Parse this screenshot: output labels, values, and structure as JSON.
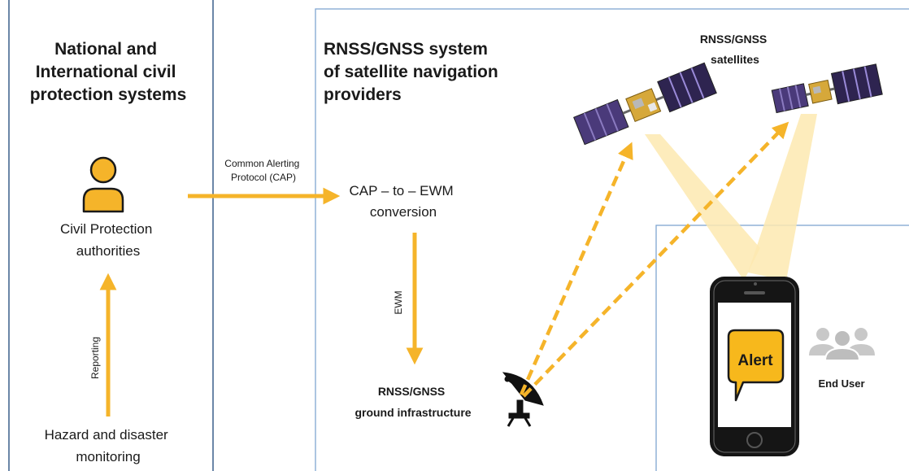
{
  "panels": {
    "civil": {
      "title_lines": [
        "National and",
        "International civil",
        "protection systems"
      ]
    },
    "rnss": {
      "title_lines": [
        "RNSS/GNSS system",
        "of satellite navigation",
        "providers"
      ]
    },
    "user": {}
  },
  "nodes": {
    "authorities": {
      "label_lines": [
        "Civil Protection",
        "authorities"
      ],
      "icon": "person-icon"
    },
    "monitoring": {
      "label_lines": [
        "Hazard and disaster",
        "monitoring"
      ]
    },
    "conversion": {
      "label_lines": [
        "CAP – to – EWM",
        "conversion"
      ]
    },
    "ground": {
      "label_lines": [
        "RNSS/GNSS",
        "ground infrastructure"
      ],
      "icon": "satellite-dish-icon"
    },
    "satellites": {
      "label_lines": [
        "RNSS/GNSS",
        "satellites"
      ],
      "icon": "satellite-icon"
    },
    "phone": {
      "alert_text": "Alert",
      "icon": "smartphone-icon"
    },
    "end_user": {
      "label": "End User",
      "icon": "user-group-icon"
    }
  },
  "edges": {
    "reporting": "Reporting",
    "cap": [
      "Common Alerting",
      "Protocol (CAP)"
    ],
    "ewm": "EWM"
  },
  "colors": {
    "arrow": "#f5b42a",
    "panel_border_dark": "#3a5f8a",
    "panel_border_light": "#7fa6d1",
    "beam": "#fde9b0",
    "alert_bubble": "#f7b81c",
    "user_icon": "#c8c8c8"
  }
}
